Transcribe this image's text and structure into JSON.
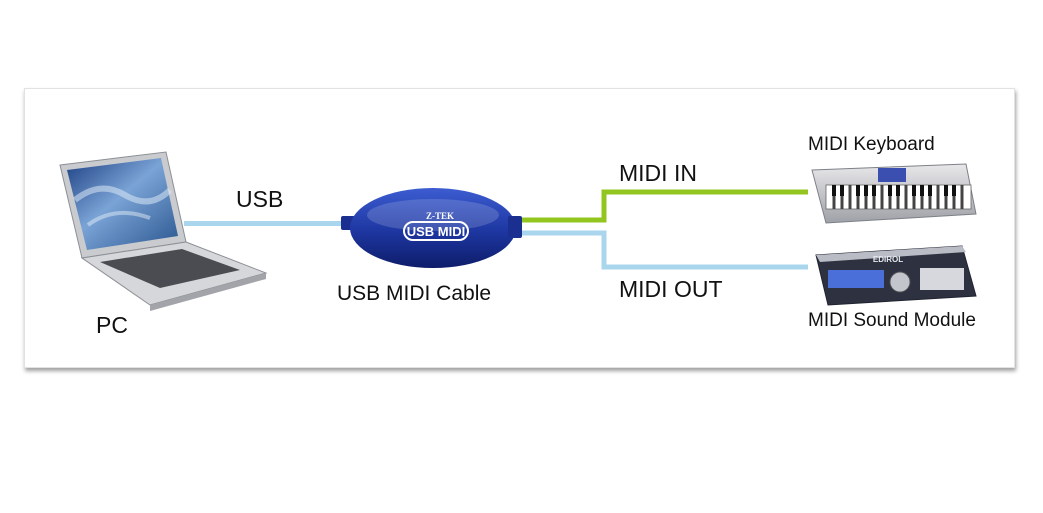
{
  "labels": {
    "pc": "PC",
    "usb": "USB",
    "cable": "USB MIDI Cable",
    "midi_in": "MIDI IN",
    "midi_out": "MIDI OUT",
    "keyboard": "MIDI Keyboard",
    "sound_module": "MIDI Sound Module"
  },
  "device_text": {
    "interface_brand": "Z-TEK",
    "interface_label": "USB MIDI",
    "module_brand": "EDIROL"
  },
  "colors": {
    "usb_line": "#a9d6ec",
    "midi_in_line": "#93c51f",
    "midi_out_line": "#a9d6ec",
    "interface_body": "#1f3fa8"
  }
}
